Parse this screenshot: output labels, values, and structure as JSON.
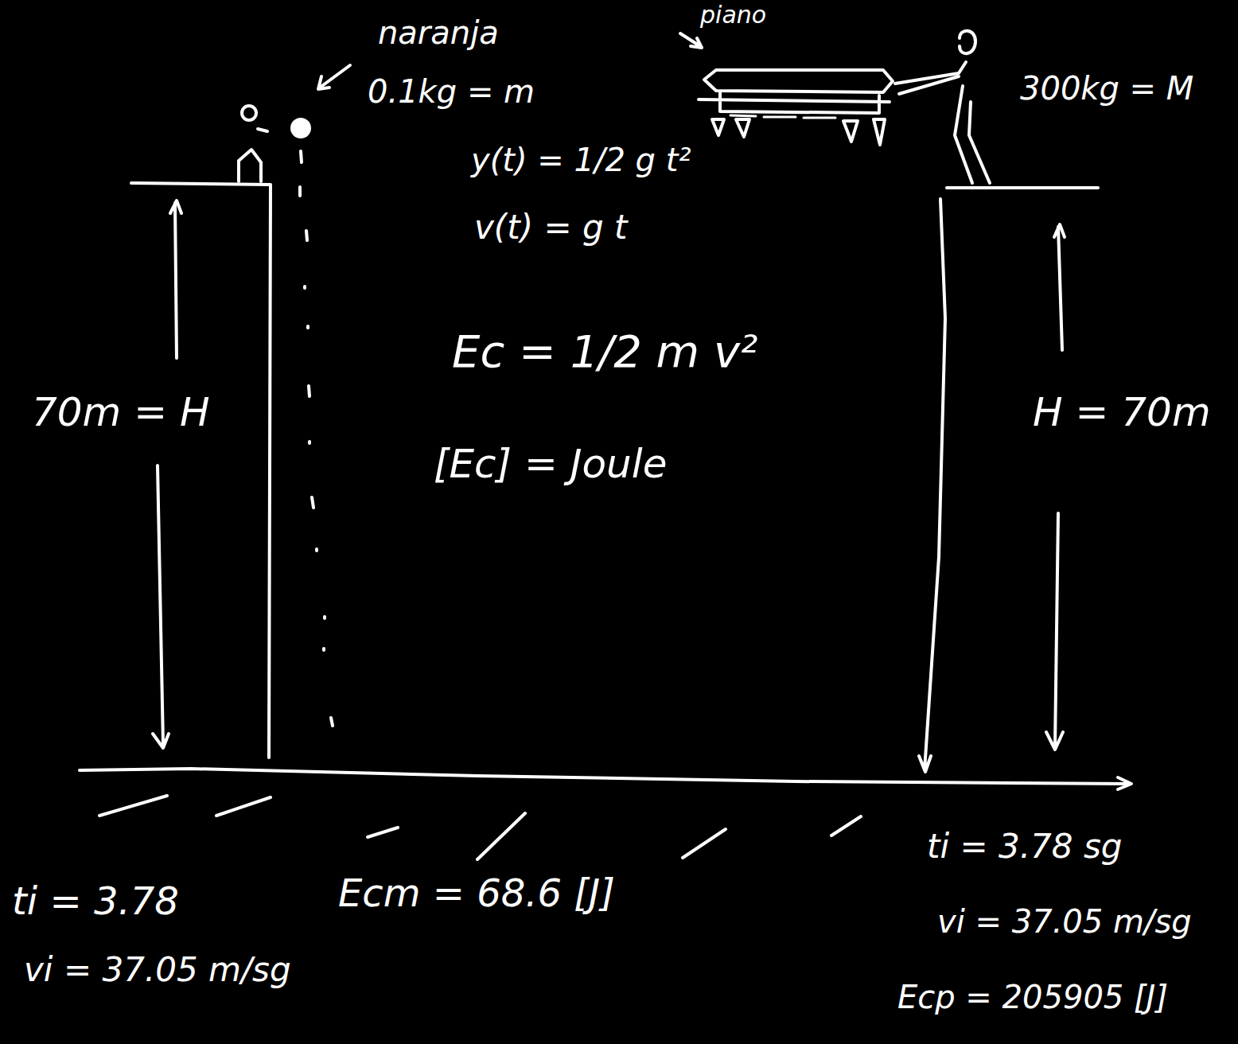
{
  "diagram": {
    "labels": [
      "naranja",
      "0.1kg = m",
      "piano",
      "300kg = M",
      "y(t) = 1/2 g t²",
      "v(t) = g t",
      "Ec = 1/2 m v²",
      "[Ec] = Joule",
      "70m = H",
      "H = 70m",
      "ti = 3.78",
      "vi = 37.05 m/sg",
      "Ecm = 68.6 [J]",
      "ti = 3.78 sg",
      "vi = 37.05 m/sg",
      "Ecp = 205905 [J]"
    ]
  }
}
